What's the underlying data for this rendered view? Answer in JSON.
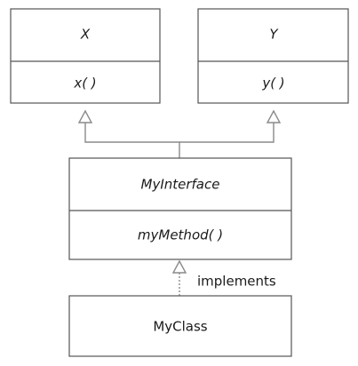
{
  "classes": {
    "x": {
      "name": "X",
      "method": "x( )"
    },
    "y": {
      "name": "Y",
      "method": "y( )"
    },
    "my_interface": {
      "name": "MyInterface",
      "method": "myMethod( )"
    },
    "my_class": {
      "name": "MyClass"
    }
  },
  "relations": {
    "implements_label": "implements"
  }
}
